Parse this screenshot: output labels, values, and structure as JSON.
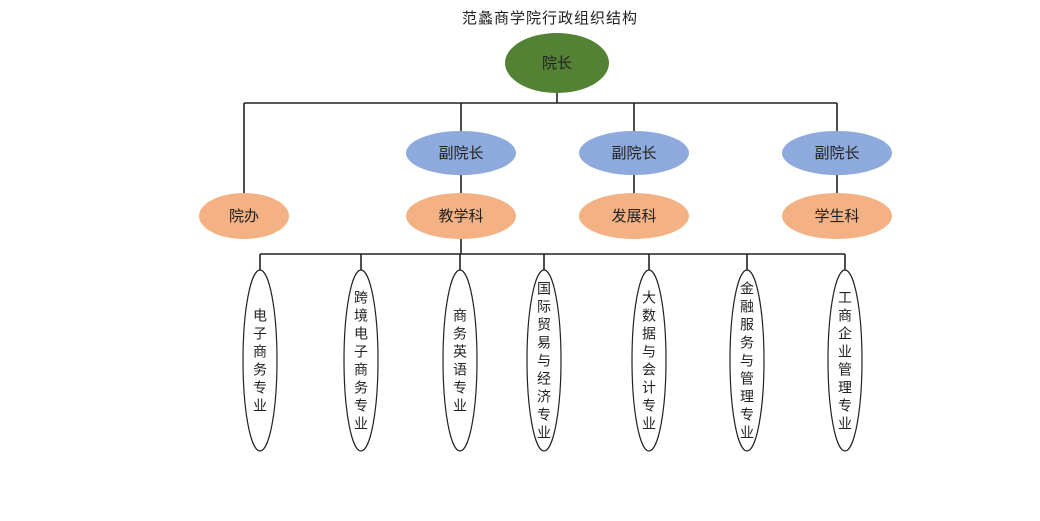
{
  "title": "范蠡商学院行政组织结构",
  "colors": {
    "dean": "#548235",
    "vice_dean": "#8EA9DB",
    "office": "#F4B183",
    "major": "#ffffff",
    "line": "#222222"
  },
  "dean": {
    "label": "院长"
  },
  "office": {
    "label": "院办"
  },
  "vice_deans": [
    {
      "label": "副院长",
      "dept": "教学科"
    },
    {
      "label": "副院长",
      "dept": "发展科"
    },
    {
      "label": "副院长",
      "dept": "学生科"
    }
  ],
  "majors": [
    {
      "label": "电子商务专业"
    },
    {
      "label": "跨境电子商务专业"
    },
    {
      "label": "商务英语专业"
    },
    {
      "label": "国际贸易与经济专业"
    },
    {
      "label": "大数据与会计专业"
    },
    {
      "label": "金融服务与管理专业"
    },
    {
      "label": "工商企业管理专业"
    }
  ]
}
